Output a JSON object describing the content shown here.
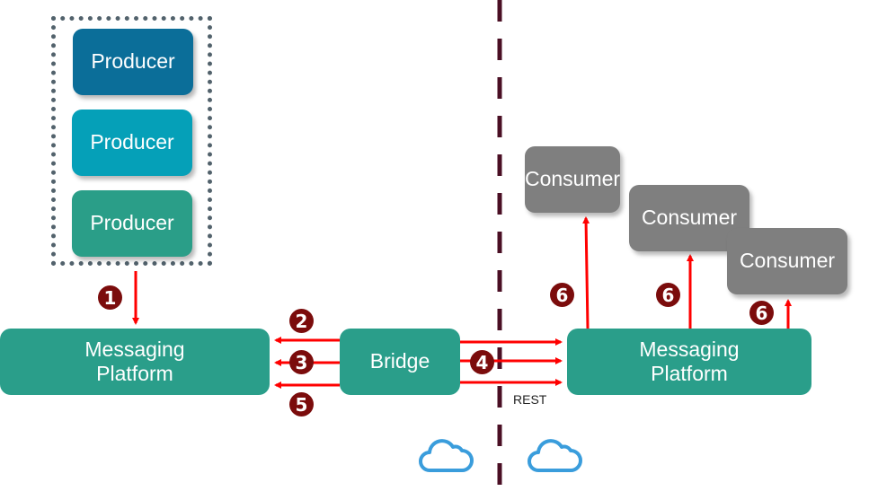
{
  "diagram": {
    "producers": [
      {
        "label": "Producer",
        "color": "#0b6e99"
      },
      {
        "label": "Producer",
        "color": "#05a0b8"
      },
      {
        "label": "Producer",
        "color": "#2a9e88"
      }
    ],
    "left_platform": {
      "line1": "Messaging",
      "line2": "Platform",
      "color": "#2a9e8a"
    },
    "bridge": {
      "label": "Bridge",
      "color": "#2a9e8a"
    },
    "right_platform": {
      "line1": "Messaging",
      "line2": "Platform",
      "color": "#2a9e8a"
    },
    "consumers": [
      {
        "label": "Consumer"
      },
      {
        "label": "Consumer"
      },
      {
        "label": "Consumer"
      }
    ],
    "steps": [
      "1",
      "2",
      "3",
      "4",
      "5",
      "6",
      "6",
      "6"
    ],
    "rest_label": "REST",
    "arrow_color": "#ff0000",
    "badge_color": "#7b0c0c",
    "divider_color": "#4a0f24",
    "cloud_color": "#3a9ddc",
    "clouds": [
      "cloud-left",
      "cloud-right"
    ]
  }
}
